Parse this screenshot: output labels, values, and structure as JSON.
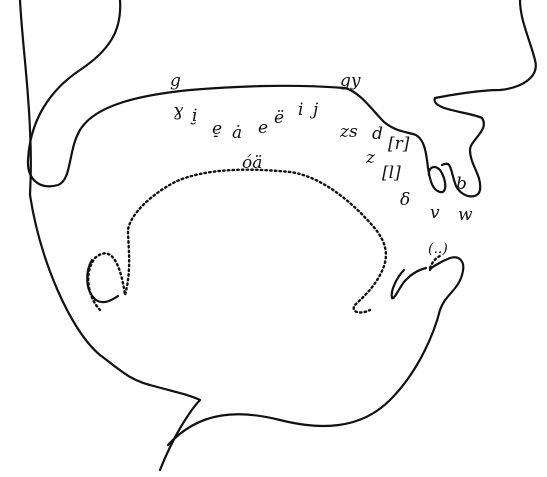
{
  "labels": {
    "g": "g",
    "gy": "gy",
    "gamma": "ɣ",
    "i_under": "i̮",
    "e_under": "e̠",
    "a_dot": "ȧ",
    "e": "e",
    "e_uml": "ë",
    "i": "i",
    "j": "j",
    "zs": "zs",
    "z": "z",
    "d": "d",
    "r": "[r]",
    "l": "[l]",
    "delta": "δ",
    "v": "v",
    "w": "w",
    "b": "b",
    "oa": "óä",
    "paren": "(..)"
  },
  "colors": {
    "ink": "#111111",
    "background": "#ffffff"
  }
}
